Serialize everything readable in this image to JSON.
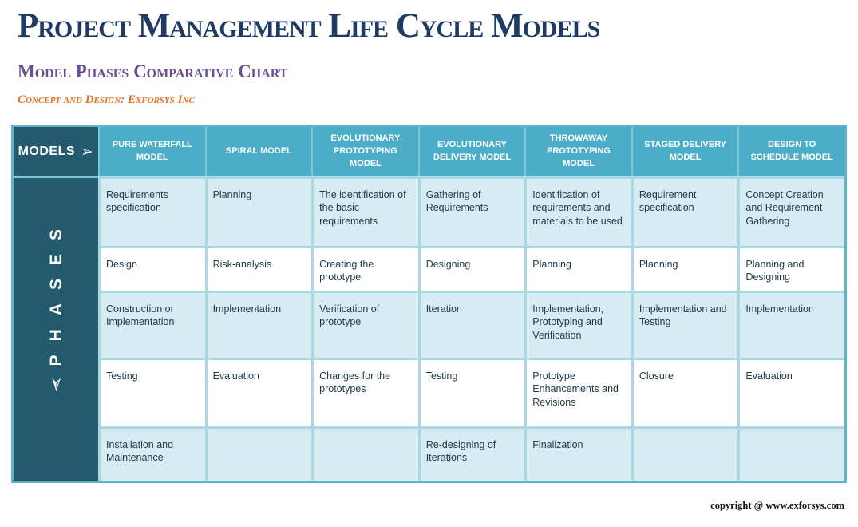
{
  "page": {
    "title": "Project Management Life Cycle Models",
    "subtitle": "Model Phases Comparative Chart",
    "credit": "Concept and Design: Exforsys Inc",
    "footer": "copyright @ www.exforsys.com"
  },
  "icons": {
    "models_arrow": "➢",
    "phases_arrow": "➢"
  },
  "colors": {
    "title_text": "#1f3a63",
    "subtitle_text": "#6a4e93",
    "credit_text": "#e4701e",
    "header_bg": "#4badc7",
    "dark_corner_bg": "#235a6e",
    "row_alt_bg": "#d7ebf3",
    "row_bg": "#ffffff",
    "grid_border": "#a9d7e4",
    "outer_border": "#64b2c9",
    "body_text": "#203b4d"
  },
  "table": {
    "corner_label": "MODELS",
    "row_axis_label": "PHASES",
    "columns": [
      "PURE WATERFALL MODEL",
      "SPIRAL MODEL",
      "EVOLUTIONARY PROTOTYPING MODEL",
      "EVOLUTIONARY DELIVERY MODEL",
      "THROWAWAY PROTOTYPING MODEL",
      "STAGED DELIVERY MODEL",
      "DESIGN TO SCHEDULE MODEL"
    ],
    "rows": [
      {
        "cells": [
          "Requirements specification",
          "Planning",
          "The identification of the basic requirements",
          "Gathering of Requirements",
          "Identification of requirements and materials to be used",
          "Requirement specification",
          "Concept Creation and Requirement Gathering"
        ]
      },
      {
        "cells": [
          "Design",
          "Risk-analysis",
          "Creating the prototype",
          "Designing",
          "Planning",
          "Planning",
          "Planning and Designing"
        ]
      },
      {
        "cells": [
          "Construction or Implementation",
          "Implementation",
          "Verification of prototype",
          "Iteration",
          "Implementation, Prototyping and Verification",
          "Implementation and Testing",
          "Implementation"
        ]
      },
      {
        "cells": [
          "Testing",
          "Evaluation",
          "Changes for the prototypes",
          "Testing",
          "Prototype Enhancements and Revisions",
          "Closure",
          "Evaluation"
        ]
      },
      {
        "cells": [
          "Installation and Maintenance",
          "",
          "",
          "Re-designing of Iterations",
          "Finalization",
          "",
          ""
        ]
      }
    ]
  }
}
